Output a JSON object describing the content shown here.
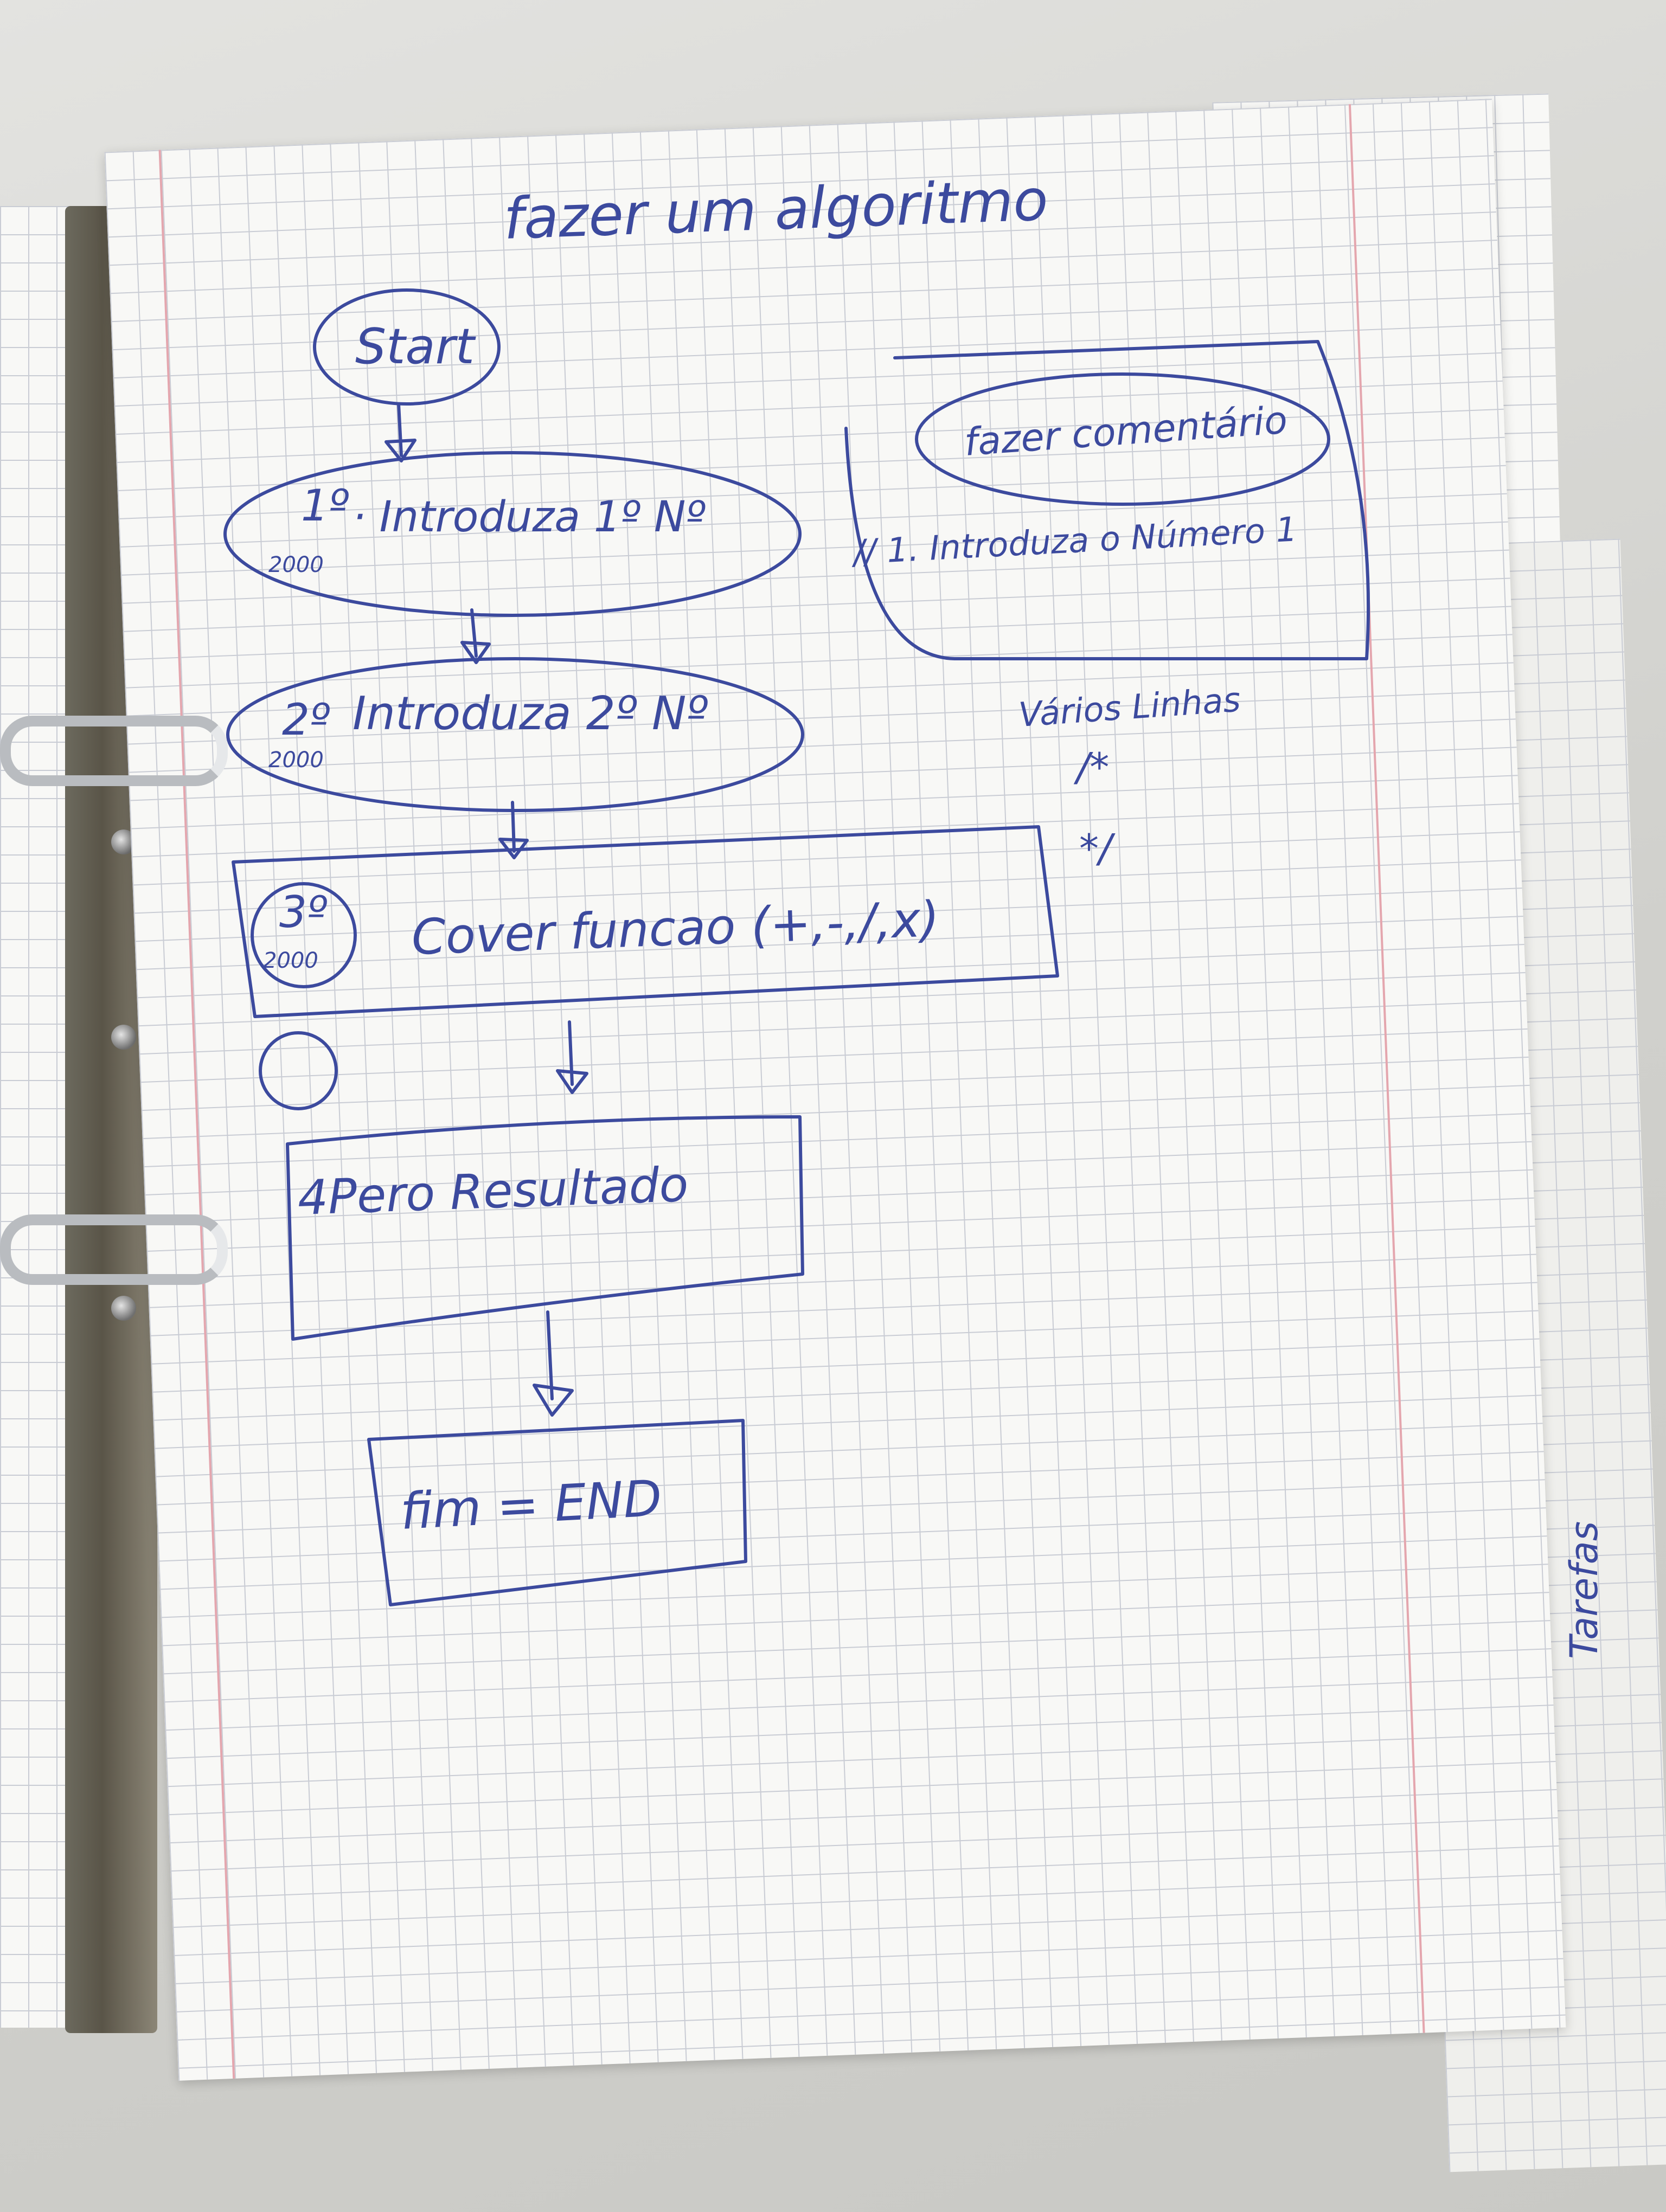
{
  "notebook": {
    "heading": "fazer um algoritmo",
    "ink_color": "#3c4a9e",
    "paper_color": "#f8f8f6",
    "grid_color": "#c9ccd4",
    "margin_line_color": "#e4a6ae"
  },
  "flowchart": {
    "start": {
      "label": "Start"
    },
    "step1": {
      "number": "1º",
      "tag": "2000",
      "label": "· Introduza 1º Nº"
    },
    "step2": {
      "number": "2º",
      "tag": "2000",
      "label": "Introduza 2º Nº"
    },
    "step3": {
      "number": "3º",
      "tag": "2000",
      "label": "Cover funcao (+,-,/,x)"
    },
    "step4": {
      "label": "4Pero Resultado"
    },
    "end": {
      "label": "fim = END"
    }
  },
  "side_note": {
    "title": "fazer comentário",
    "line": "// 1. Introduza o Número 1"
  },
  "multiline_note": {
    "title": "Vários Linhas",
    "open": "/*",
    "close": "*/"
  },
  "background_sheet": {
    "scribble": "Tarefas"
  }
}
